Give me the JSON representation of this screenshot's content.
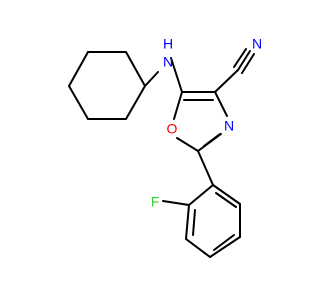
{
  "molecule": {
    "atoms": {
      "amine_n": "N",
      "amine_h": "H",
      "nitrile_n": "N",
      "ring_o": "O",
      "ring_n": "N",
      "fluorine": "F"
    },
    "colors": {
      "bond": "#000000",
      "nitrogen": "#0000ff",
      "oxygen": "#ff0000",
      "fluorine": "#33cc33"
    }
  }
}
